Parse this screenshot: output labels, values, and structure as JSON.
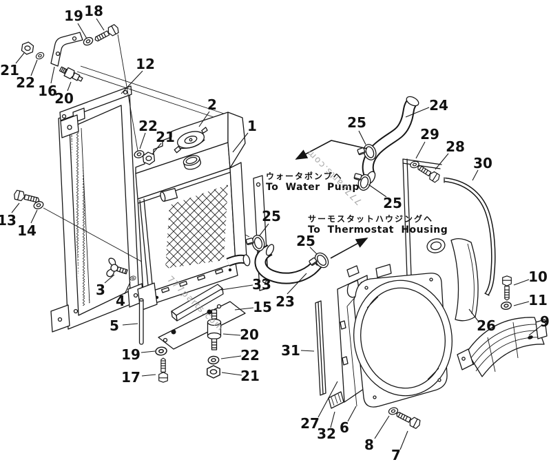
{
  "watermark": {
    "text": "777parts.com"
  },
  "flow_labels": {
    "water_pump_jp": "ウォータポンプヘ",
    "water_pump_en": "To Water Pump",
    "thermostat_jp": "サーモスタットハウジングヘ",
    "thermostat_en": "To Thermostat Housing"
  },
  "callouts": [
    {
      "label": "18"
    },
    {
      "label": "19"
    },
    {
      "label": "21"
    },
    {
      "label": "22"
    },
    {
      "label": "16"
    },
    {
      "label": "20"
    },
    {
      "label": "12"
    },
    {
      "label": "2"
    },
    {
      "label": "1"
    },
    {
      "label": "22"
    },
    {
      "label": "21"
    },
    {
      "label": "13"
    },
    {
      "label": "14"
    },
    {
      "label": "3"
    },
    {
      "label": "4"
    },
    {
      "label": "5"
    },
    {
      "label": "19"
    },
    {
      "label": "17"
    },
    {
      "label": "33"
    },
    {
      "label": "15"
    },
    {
      "label": "20"
    },
    {
      "label": "22"
    },
    {
      "label": "21"
    },
    {
      "label": "23"
    },
    {
      "label": "25"
    },
    {
      "label": "25"
    },
    {
      "label": "25"
    },
    {
      "label": "25"
    },
    {
      "label": "24"
    },
    {
      "label": "29"
    },
    {
      "label": "28"
    },
    {
      "label": "30"
    },
    {
      "label": "10"
    },
    {
      "label": "11"
    },
    {
      "label": "9"
    },
    {
      "label": "26"
    },
    {
      "label": "31"
    },
    {
      "label": "27"
    },
    {
      "label": "32"
    },
    {
      "label": "6"
    },
    {
      "label": "8"
    },
    {
      "label": "7"
    }
  ]
}
